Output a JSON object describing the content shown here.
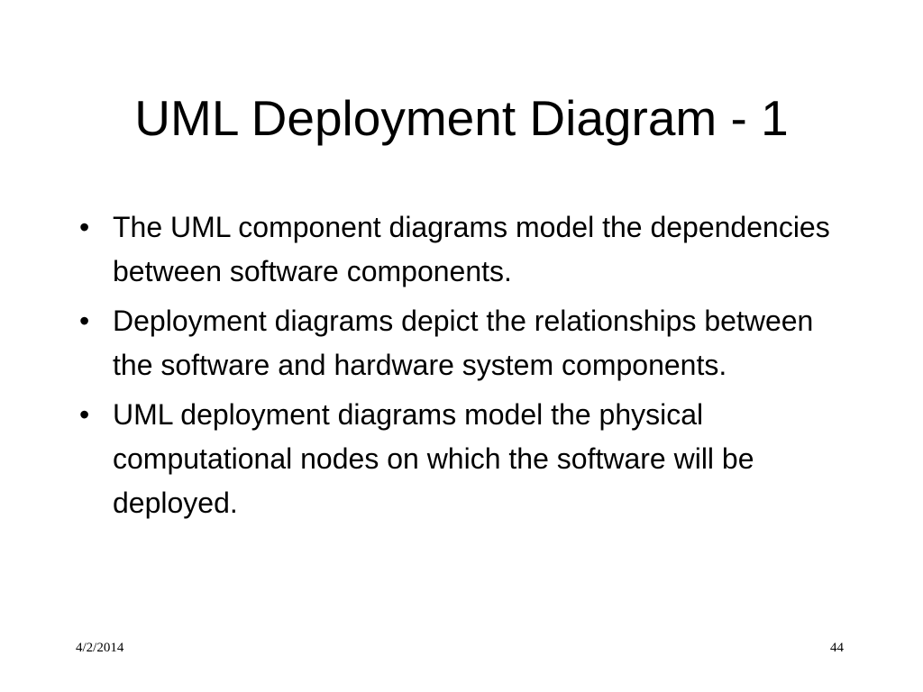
{
  "slide": {
    "title": "UML Deployment Diagram - 1",
    "bullet_glyph": "•",
    "bullets": [
      "The UML component diagrams model the dependencies between software components.",
      "Deployment diagrams depict the relationships between the software and hardware system components.",
      "UML deployment diagrams model the physical computational nodes on which the software will be deployed."
    ],
    "footer": {
      "date": "4/2/2014",
      "page_number": "44"
    }
  }
}
